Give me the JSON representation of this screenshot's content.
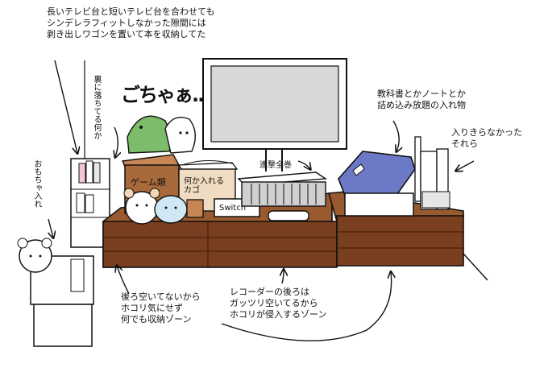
{
  "notes": {
    "gap_wagon": "長いテレビ台と短いテレビ台を合わせても\nシンデレラフィットしなかった隙間には\n剥き出しワゴンを置いて本を収納してた",
    "fallen_behind": "裏に落ちてる何か",
    "sfx": "ごちゃぁ..",
    "books_container": "教科書とかノートとか\n詰め込み放題の入れ物",
    "overflow": "入りきらなかった\nそれら",
    "toy_storage": "おもちゃ入れ",
    "left_zone": "後ろ空いてないから\nホコリ気にせず\n何でも収納ゾーン",
    "recorder_zone": "レコーダーの後ろは\nガッツリ空いてるから\nホコリが侵入するゾーン"
  },
  "labels": {
    "games": "ゲーム類",
    "basket": "何か入れる\nカゴ",
    "attack_titan": "進撃全巻",
    "switch": "Switch"
  },
  "colors": {
    "tv_stand": "#7a3f1f",
    "tv_stand_top": "#9a5a30",
    "tv_screen": "#d8d8d8",
    "case_blue": "#6c79c6",
    "frog_green": "#7bbd6a",
    "plush_blue": "#cfe8f3",
    "box_brown": "#a86a3a"
  }
}
